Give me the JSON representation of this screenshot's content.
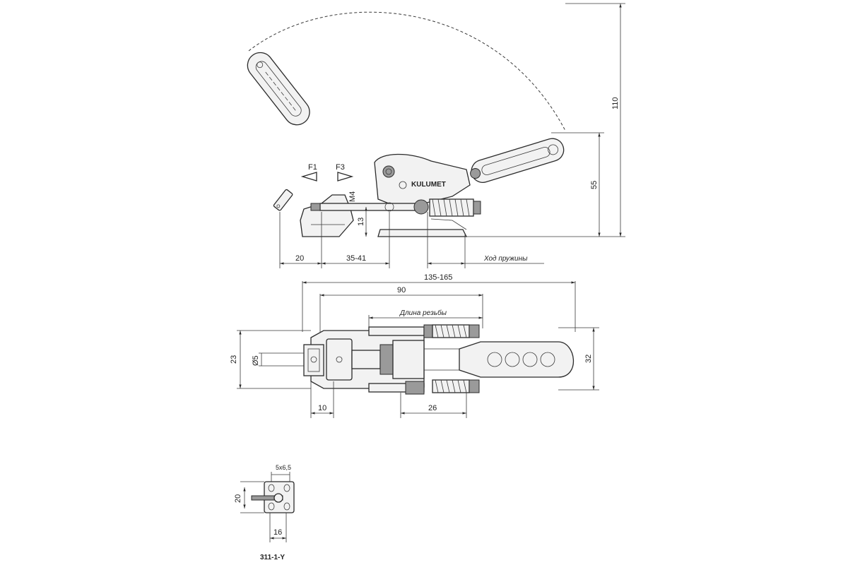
{
  "side_view": {
    "force_labels": {
      "f1": "F1",
      "f3": "F3"
    },
    "thread": "M4",
    "brand": "KULUMET",
    "dims": {
      "height_total": "110",
      "height_handle": "55",
      "height_pin": "13",
      "offset_left": "20",
      "adjust_range": "35-41",
      "spring_travel": "Ход пружины",
      "overall_length": "135-165"
    }
  },
  "top_view": {
    "dims": {
      "length_90": "90",
      "thread_length": "Длина резьбы",
      "width_23": "23",
      "diameter_5": "Ø5",
      "width_32": "32",
      "dim_10": "10",
      "dim_26": "26"
    }
  },
  "base_plate": {
    "dims": {
      "slot": "5x6,5",
      "height_20": "20",
      "width_16": "16"
    },
    "model_code": "311-1-Y"
  }
}
